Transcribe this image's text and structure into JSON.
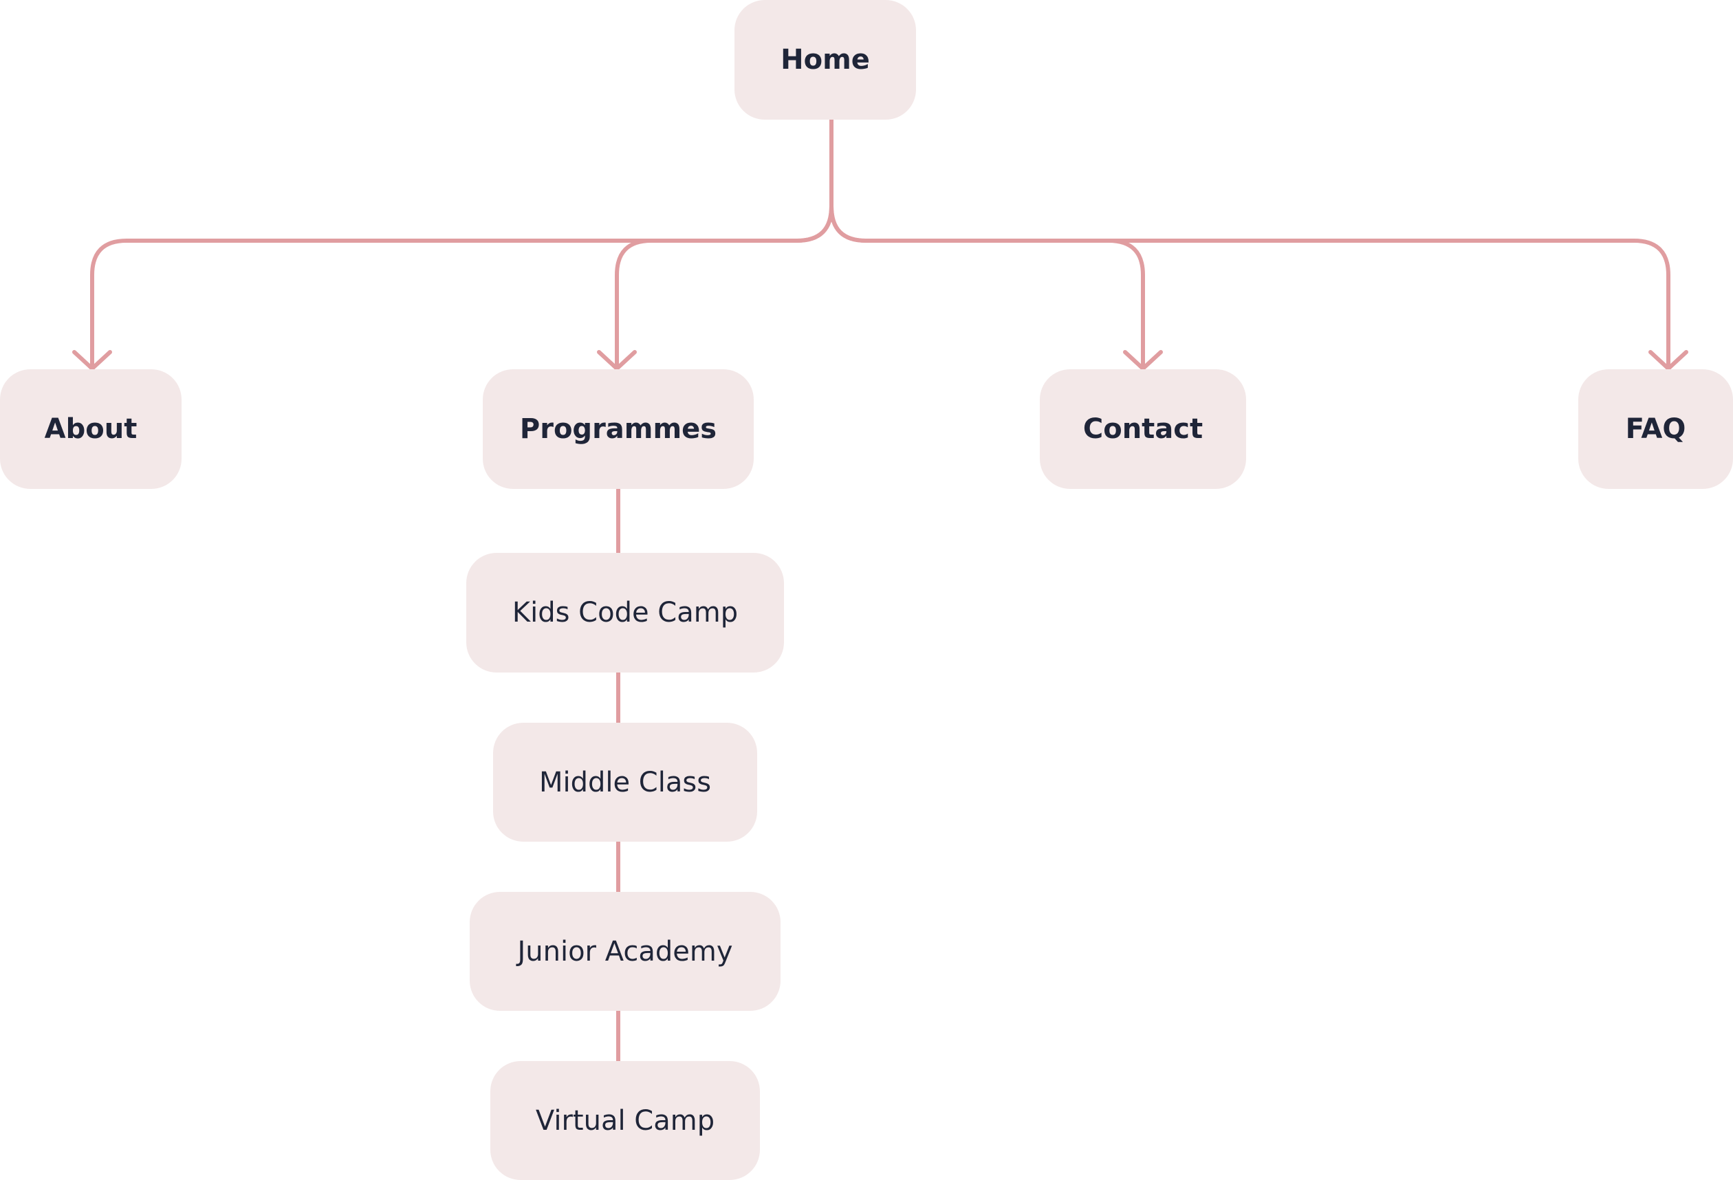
{
  "diagram": {
    "root": {
      "label": "Home"
    },
    "top_level": [
      {
        "label": "About"
      },
      {
        "label": "Programmes"
      },
      {
        "label": "Contact"
      },
      {
        "label": "FAQ"
      }
    ],
    "programmes_children": [
      {
        "label": "Kids Code Camp"
      },
      {
        "label": "Middle Class"
      },
      {
        "label": "Junior Academy"
      },
      {
        "label": "Virtual Camp"
      }
    ],
    "connector_color": "#e09da0",
    "node_fill": "#f3e8e8",
    "text_color": "#1f2538"
  }
}
